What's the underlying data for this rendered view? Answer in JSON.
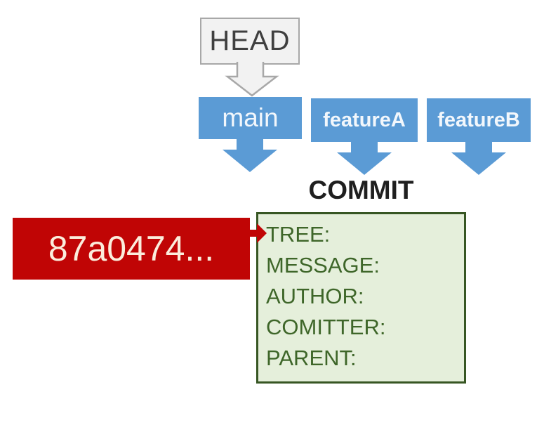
{
  "head": {
    "label": "HEAD"
  },
  "branches": [
    {
      "label": "main"
    },
    {
      "label": "featureA"
    },
    {
      "label": "featureB"
    }
  ],
  "commit": {
    "title": "COMMIT",
    "fields": [
      "TREE:",
      "MESSAGE:",
      "AUTHOR:",
      "COMITTER:",
      "PARENT:"
    ]
  },
  "hash": {
    "label": "87a0474..."
  },
  "colors": {
    "branch_blue": "#5B9BD5",
    "branch_text": "#F2F7FC",
    "hash_red": "#C00505",
    "hash_text": "#FBEDDC",
    "commit_box_fill": "#E5EFDB",
    "commit_box_border": "#375623",
    "commit_field_text": "#3E6629",
    "commit_title_text": "#1F1F1F",
    "head_fill": "#F2F2F2",
    "head_border": "#A8A8A8",
    "head_text": "#3F3F3F",
    "background": "#FFFFFF"
  }
}
